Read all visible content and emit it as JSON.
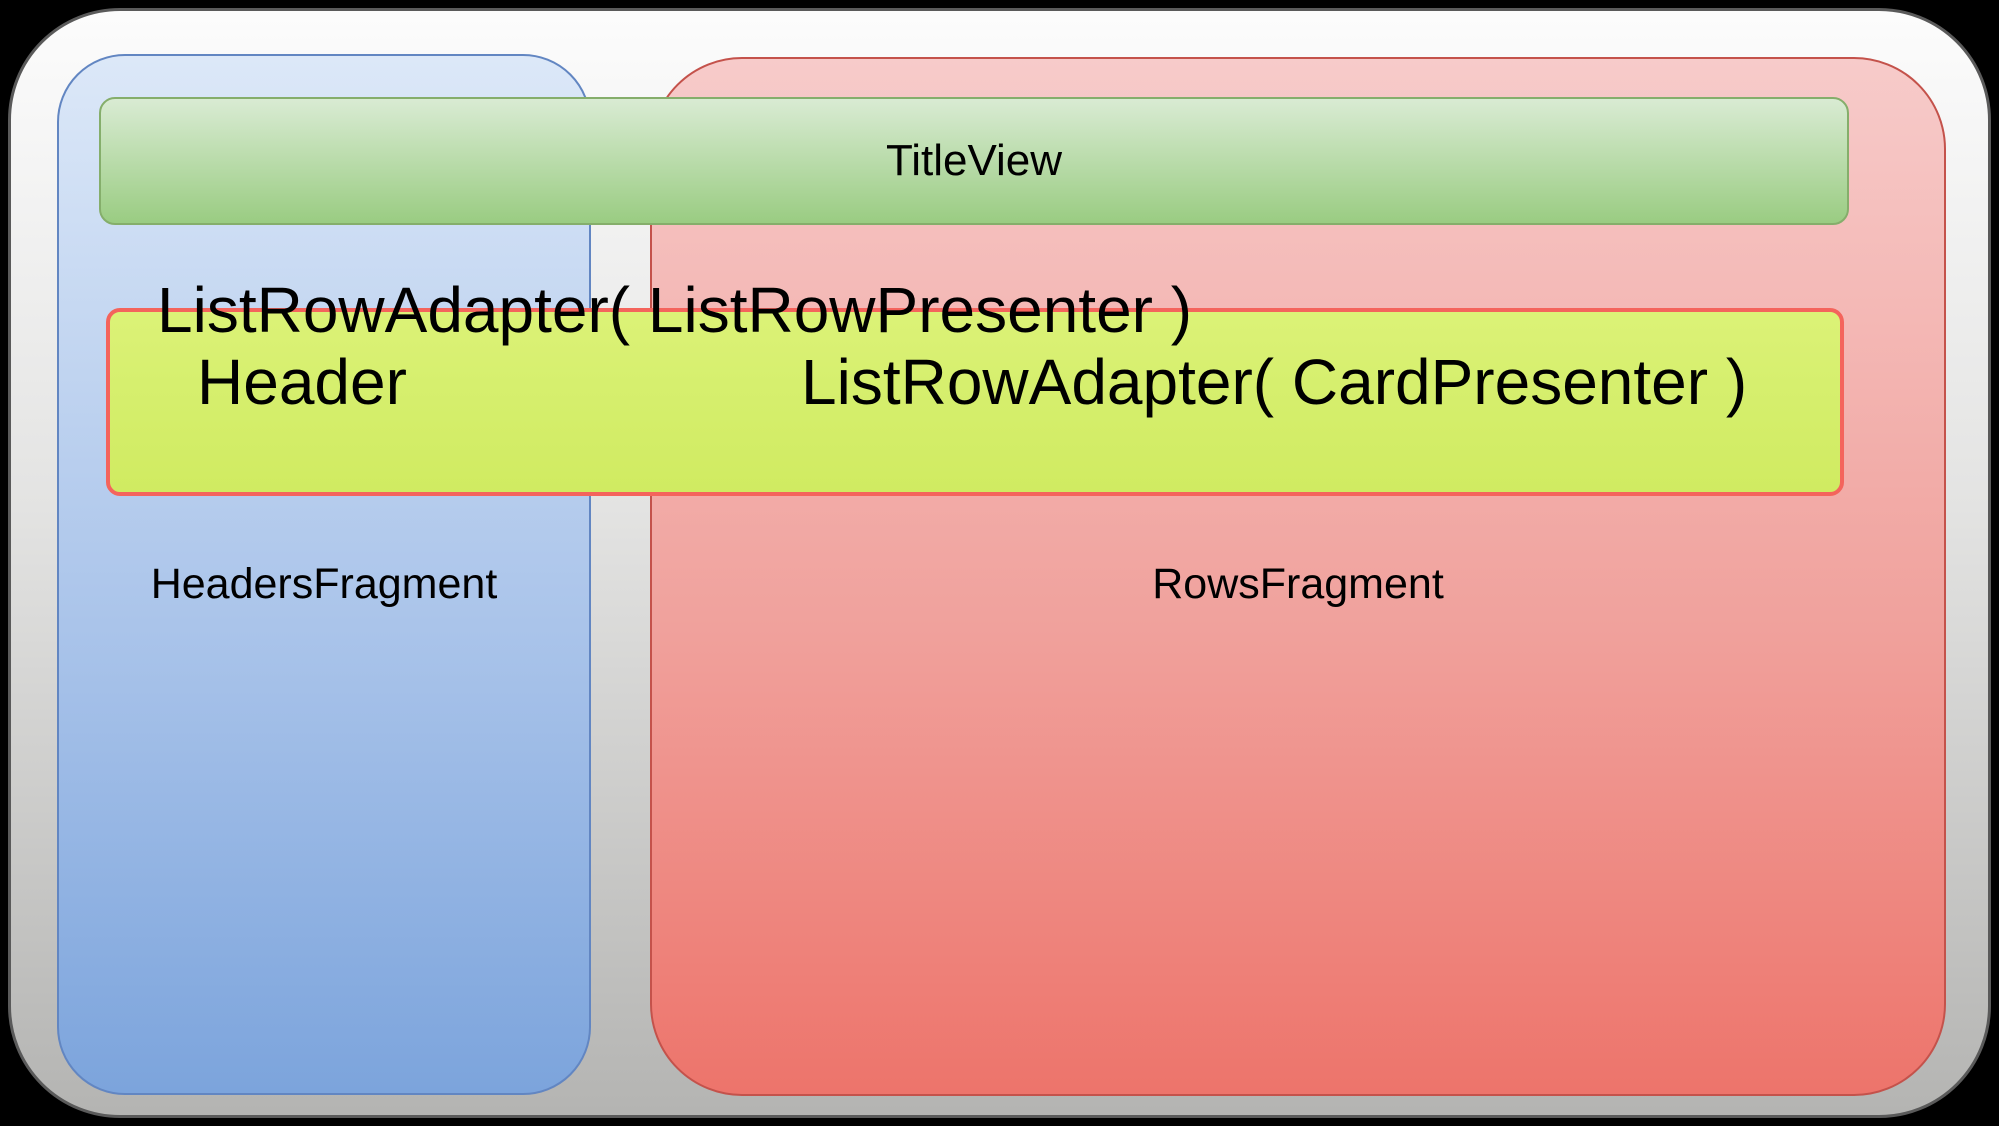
{
  "diagram": {
    "title_view": {
      "label": "TitleView"
    },
    "headers_fragment": {
      "label": "HeadersFragment"
    },
    "rows_fragment": {
      "label": "RowsFragment"
    },
    "adapter_caption": {
      "label": "ListRowAdapter( ListRowPresenter )"
    },
    "row_bar": {
      "header_label": "Header",
      "card_label": "ListRowAdapter( CardPresenter )"
    },
    "colors": {
      "bg": "#000000",
      "text": "#000000",
      "screen_top": "#fcfcfc",
      "screen_bottom": "#b4b4b2",
      "screen_border": "#5a5a5a",
      "blue_top": "#dce8f8",
      "blue_bottom": "#7ca4dc",
      "blue_border": "#6286c2",
      "red_top": "#f7cbca",
      "red_bottom": "#ed746b",
      "red_border": "#c4524b",
      "green_top": "#d9ebd3",
      "green_bottom": "#9acc82",
      "green_border": "#85ae6b",
      "yellow_fill": "#d6ef6e",
      "yellow_border": "#f4645c"
    }
  }
}
